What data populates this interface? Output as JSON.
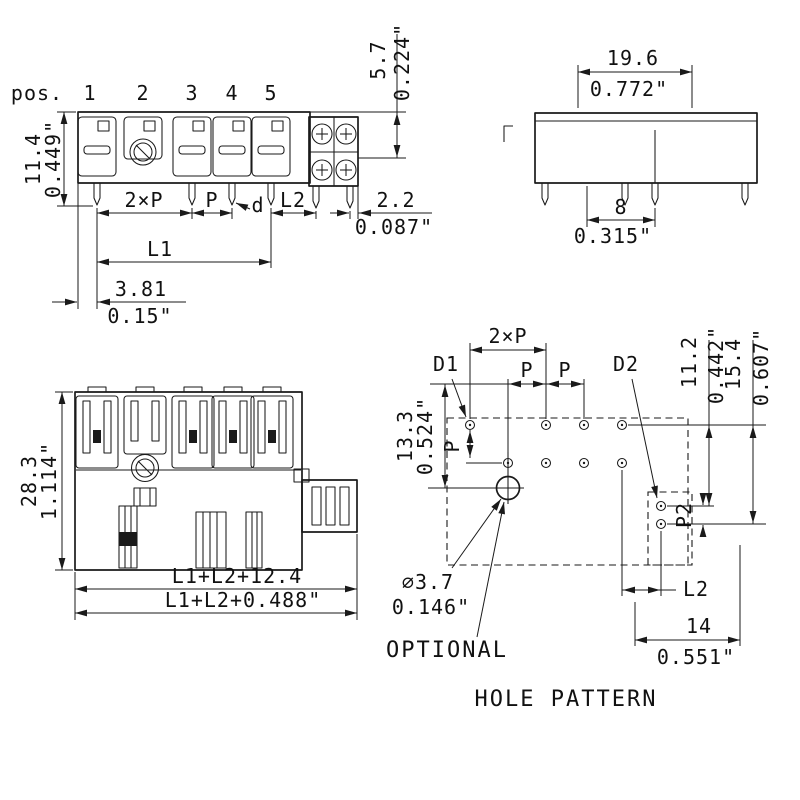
{
  "meta": {
    "ink": "#1a1a1a",
    "background": "#ffffff"
  },
  "front_view": {
    "pos_label": "pos.",
    "positions": [
      "1",
      "2",
      "3",
      "4",
      "5"
    ],
    "dim_height_right_mm": "5.7",
    "dim_height_right_in": "0.224\"",
    "dim_height_left_mm": "11.4",
    "dim_height_left_in": "0.449\"",
    "dim_pitch_double": "2×P",
    "dim_pitch": "P",
    "dim_pin_d": "d",
    "dim_l2": "L2",
    "dim_edge_mm": "2.2",
    "dim_edge_in": "0.087\"",
    "dim_l1": "L1",
    "dim_pin_mm": "3.81",
    "dim_pin_in": "0.15\""
  },
  "side_view": {
    "dim_width_mm": "19.6",
    "dim_width_in": "0.772\"",
    "dim_pin_mm": "8",
    "dim_pin_in": "0.315\""
  },
  "rear_view": {
    "dim_height_mm": "28.3",
    "dim_height_in": "1.114\"",
    "dim_total_mm": "L1+L2+12.4",
    "dim_total_in": "L1+L2+0.488\""
  },
  "hole_pattern": {
    "title": "HOLE PATTERN",
    "dim_pitch_double": "2×P",
    "dim_pitch_a": "P",
    "dim_pitch_b": "P",
    "label_d1": "D1",
    "label_d2": "D2",
    "dim_row_pitch": "P",
    "dim_v1_mm": "13.3",
    "dim_v1_in": "0.524\"",
    "dim_v2_mm": "11.2",
    "dim_v2_in": "0.442\"",
    "dim_v3_mm": "15.4",
    "dim_v3_in": "0.607\"",
    "dim_p2": "P2",
    "dim_l2": "L2",
    "dim_width_mm": "14",
    "dim_width_in": "0.551\"",
    "dim_dia_mm": "⌀3.7",
    "dim_dia_in": "0.146\"",
    "label_optional": "OPTIONAL"
  }
}
